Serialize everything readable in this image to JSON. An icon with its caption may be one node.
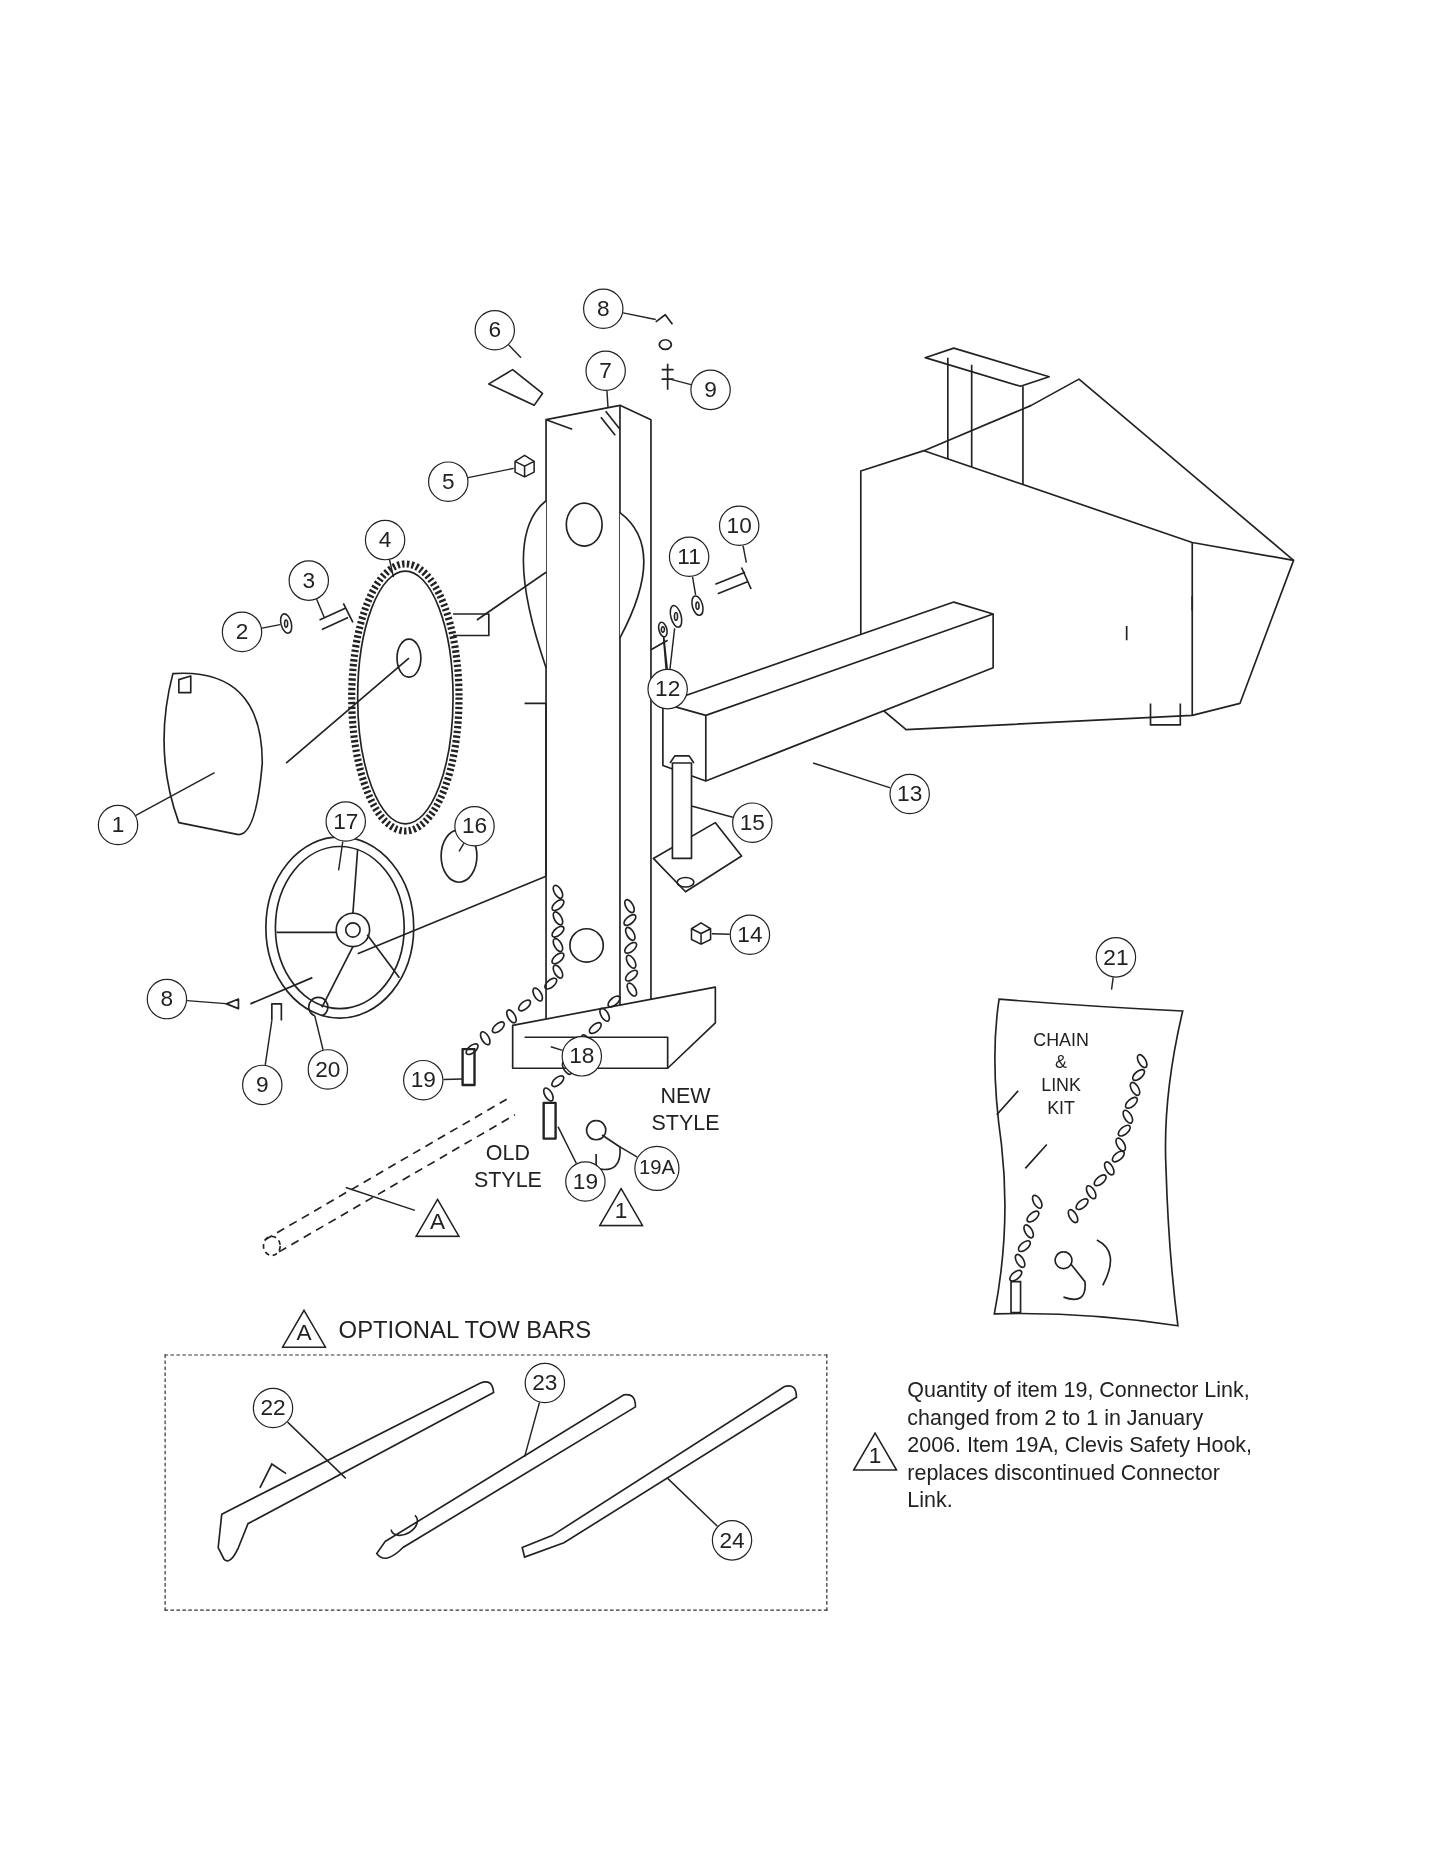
{
  "diagram": {
    "nodes": [
      {
        "text": [
          "8"
        ]
      },
      {
        "text": [
          "6"
        ]
      },
      {
        "text": [
          "7"
        ]
      },
      {
        "text": [
          "9"
        ]
      },
      {
        "text": [
          "5"
        ]
      },
      {
        "text": [
          "4"
        ]
      },
      {
        "text": [
          "3"
        ]
      },
      {
        "text": [
          "10"
        ]
      },
      {
        "text": [
          "11"
        ]
      },
      {
        "text": [
          "2"
        ]
      },
      {
        "text": [
          "12"
        ]
      },
      {
        "text": [
          "13"
        ]
      },
      {
        "text": [
          "1"
        ]
      },
      {
        "text": [
          "17"
        ]
      },
      {
        "text": [
          "16"
        ]
      },
      {
        "text": [
          "15"
        ]
      },
      {
        "text": [
          "14"
        ]
      },
      {
        "text": [
          "8"
        ]
      },
      {
        "text": [
          "20"
        ]
      },
      {
        "text": [
          "9"
        ]
      },
      {
        "text": [
          "19"
        ]
      },
      {
        "text": [
          "18"
        ]
      },
      {
        "text": [
          "19"
        ]
      },
      {
        "text": [
          "19A"
        ]
      },
      {
        "text": [
          "A"
        ]
      },
      {
        "text": [
          "1"
        ]
      },
      {
        "text": [
          "21"
        ]
      },
      {
        "text": [
          "CHAIN & LINK KIT"
        ]
      },
      {
        "text": [
          "OPTIONAL TOW BARS"
        ]
      },
      {
        "text": [
          "A"
        ]
      },
      {
        "text": [
          "22"
        ],
        "in": 28
      },
      {
        "text": [
          "23"
        ],
        "in": 28
      },
      {
        "text": [
          "24"
        ],
        "in": 28
      },
      {
        "text": [
          "1"
        ],
        "beside": [
          "Quantity of item 19, Connector Link, changed from 2 to 1 in January 2006. Item 19A, Clevis Safety Hook, replaces discontinued Connector Link."
        ]
      },
      {
        "text": [],
        "shape": "picture"
      },
      {
        "text": [],
        "shape": "picture"
      },
      {
        "text": [],
        "shape": "picture"
      },
      {
        "text": [],
        "shape": "picture"
      },
      {
        "text": [],
        "shape": "picture"
      },
      {
        "text": [],
        "shape": "picture"
      }
    ],
    "edges": [
      {
        "from": 0,
        "to": null,
        "arrow": "none"
      },
      {
        "from": 1,
        "to": null,
        "arrow": "none"
      },
      {
        "from": 2,
        "to": null,
        "arrow": "none"
      },
      {
        "from": 3,
        "to": null,
        "arrow": "none"
      },
      {
        "from": 4,
        "to": 34,
        "arrow": "none"
      },
      {
        "from": 5,
        "to": null,
        "arrow": "none"
      },
      {
        "from": 6,
        "to": null,
        "arrow": "none"
      },
      {
        "from": 7,
        "to": null,
        "arrow": "none"
      },
      {
        "from": 8,
        "to": 35,
        "arrow": "none"
      },
      {
        "from": 9,
        "to": 36,
        "arrow": "none"
      },
      {
        "from": 10,
        "to": 37,
        "arrow": "none"
      },
      {
        "from": 10,
        "to": 38,
        "arrow": "none"
      },
      {
        "from": 11,
        "to": null,
        "arrow": "none"
      },
      {
        "from": 12,
        "to": null,
        "arrow": "none"
      },
      {
        "from": 13,
        "to": null,
        "arrow": "none"
      },
      {
        "from": 14,
        "to": null,
        "arrow": "none"
      },
      {
        "from": 15,
        "to": null,
        "arrow": "none"
      },
      {
        "from": 16,
        "to": 39,
        "arrow": "none"
      },
      {
        "from": 17,
        "to": null,
        "arrow": "none"
      },
      {
        "from": 18,
        "to": null,
        "arrow": "none"
      },
      {
        "from": 19,
        "to": null,
        "arrow": "none"
      },
      {
        "from": 20,
        "to": null,
        "arrow": "none"
      },
      {
        "from": 21,
        "to": null,
        "arrow": "none"
      },
      {
        "from": 22,
        "to": null,
        "arrow": "none"
      },
      {
        "from": 23,
        "to": null,
        "arrow": "none"
      },
      {
        "from": 24,
        "to": null,
        "arrow": "none"
      },
      {
        "from": 26,
        "to": 27,
        "arrow": "none"
      },
      {
        "from": 30,
        "to": null,
        "arrow": "none"
      },
      {
        "from": 31,
        "to": null,
        "arrow": "none"
      },
      {
        "from": 32,
        "to": null,
        "arrow": "none"
      }
    ],
    "labels": [
      "NEW STYLE",
      "OLD STYLE"
    ]
  }
}
